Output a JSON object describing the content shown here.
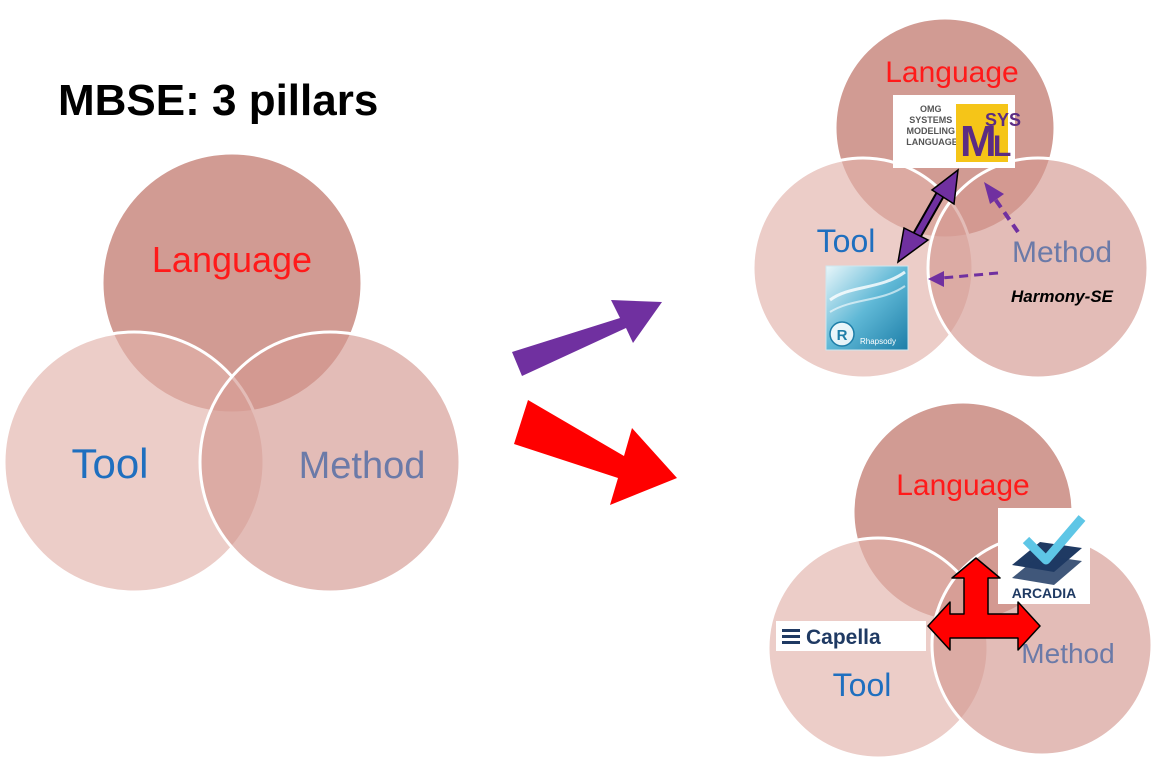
{
  "title": "MBSE: 3 pillars",
  "colors": {
    "language_label": "#ff1a1a",
    "tool_label": "#1f6fbf",
    "method_label": "#6b7aa8",
    "circle_fill": "#c9877d",
    "purple_arrow": "#7030a0",
    "red_arrow": "#ff0000"
  },
  "main_venn": {
    "language": "Language",
    "tool": "Tool",
    "method": "Method"
  },
  "sysml_variant": {
    "language": "Language",
    "tool": "Tool",
    "method": "Method",
    "method_detail": "Harmony-SE",
    "language_logo": {
      "icon": "sysml-logo",
      "text_lines": [
        "OMG",
        "SYSTEMS",
        "MODELING",
        "LANGUAGE"
      ],
      "mark": "SysML"
    },
    "tool_logo": {
      "icon": "rhapsody-logo",
      "text": "Rhapsody"
    }
  },
  "capella_variant": {
    "language": "Language",
    "tool": "Tool",
    "method": "Method",
    "method_logo": {
      "icon": "arcadia-logo",
      "text": "ARCADIA"
    },
    "tool_logo": {
      "icon": "capella-logo",
      "text": "Capella"
    }
  }
}
